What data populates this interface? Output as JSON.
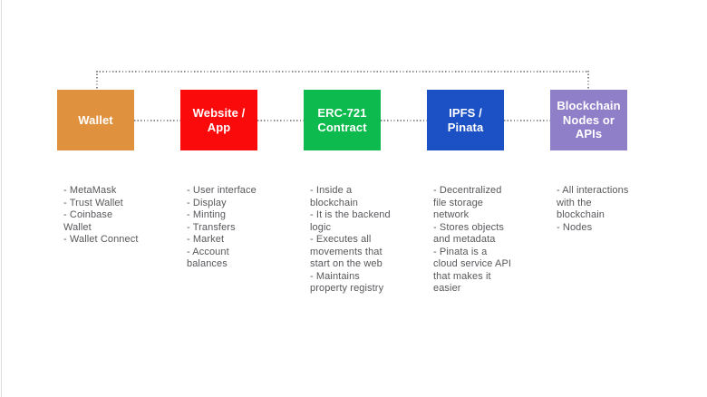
{
  "page": {
    "background": "#ffffff",
    "connector_color": "#8f8f8f",
    "text_color": "#58585c"
  },
  "diagram": {
    "nodes": [
      {
        "label": "Wallet",
        "color": "#E0913D",
        "items": [
          "- MetaMask",
          "- Trust Wallet",
          "- Coinbase Wallet",
          "- Wallet Connect"
        ]
      },
      {
        "label": "Website / App",
        "color": "#FA0A0A",
        "items": [
          "- User interface",
          "- Display",
          "- Minting",
          "- Transfers",
          "- Market",
          "- Account balances"
        ]
      },
      {
        "label": "ERC-721 Contract",
        "color": "#0DBA4D",
        "items": [
          "- Inside a blockchain",
          "- It is the backend logic",
          "- Executes all movements that start on the web",
          "- Maintains property registry"
        ]
      },
      {
        "label": "IPFS / Pinata",
        "color": "#1C51C5",
        "items": [
          "- Decentralized file storage network",
          "- Stores objects and metadata",
          "- Pinata is a cloud service API that makes it easier"
        ]
      },
      {
        "label": "Blockchain Nodes or APIs",
        "color": "#8F7EC8",
        "items": [
          "- All interactions with the blockchain",
          "- Nodes"
        ]
      }
    ]
  }
}
